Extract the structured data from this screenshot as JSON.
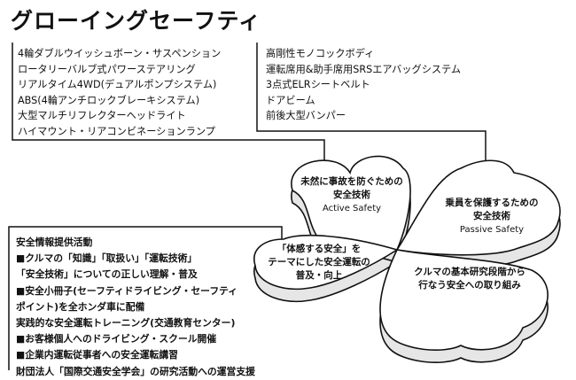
{
  "title": "グローイングセーフティ",
  "active_safety_items": [
    "4輪ダブルウイッシュボーン・サスペンション",
    "ロータリーバルブ式パワーステアリング",
    "リアルタイム4WD(デュアルポンプシステム)",
    "ABS(4輪アンチロックブレーキシステム)",
    "大型マルチリフレクターヘッドライト",
    "ハイマウント・リアコンビネーションランプ"
  ],
  "passive_safety_items": [
    "高剛性モノコックボディ",
    "運転席用&助手席用SRSエアバッグシステム",
    "3点式ELRシートベルト",
    "ドアビーム",
    "前後大型バンパー"
  ],
  "info_lines": [
    "安全情報提供活動",
    "■クルマの「知識」「取扱い」「運転技術」",
    "「安全技術」についての正しい理解・普及",
    "■安全小冊子(セーフティドライビング・セーフティ",
    "ポイント)を全ホンダ車に配備",
    "実践的な安全運転トレーニング(交通教育センター)",
    "■お客様個人へのドライビング・スクール開催",
    "■企業内運転従事者への安全運転講習",
    "財団法人「国際交通安全学会」の研究活動への運営支援"
  ],
  "leaves": {
    "active": {
      "line1": "未然に事故を防ぐための",
      "line2": "安全技術",
      "en": "Active Safety"
    },
    "passive": {
      "line1": "乗員を保護するための",
      "line2": "安全技術",
      "en": "Passive Safety"
    },
    "experience": {
      "line1": "「体感する安全」を",
      "line2": "テーマにした安全運転の",
      "line3": "普及・向上"
    },
    "research": {
      "line1": "クルマの基本研究段階から",
      "line2": "行なう安全への取り組み"
    }
  }
}
